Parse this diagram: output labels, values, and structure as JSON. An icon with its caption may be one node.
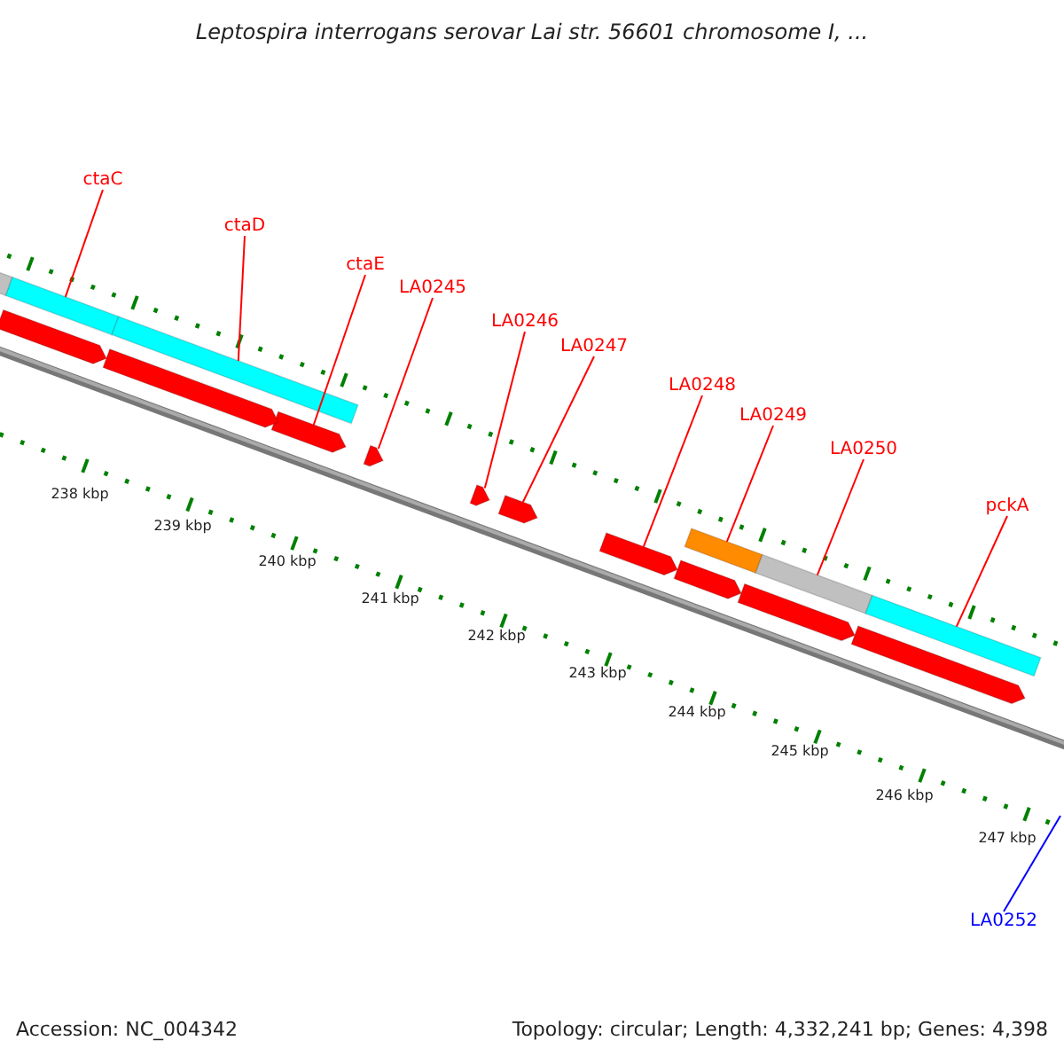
{
  "diagram": {
    "title": "Leptospira interrogans serovar Lai str. 56601 chromosome I, ...",
    "nodes": [
      {
        "text": [
          "ctaC"
        ]
      },
      {
        "text": [],
        "shape": "bar"
      },
      {
        "text": [
          "ctaD"
        ]
      },
      {
        "text": [],
        "shape": "bar"
      },
      {
        "text": [
          "ctaE"
        ]
      },
      {
        "text": [],
        "shape": "pentagon"
      },
      {
        "text": [
          "LA0245"
        ]
      },
      {
        "text": [],
        "shape": "pentagon"
      },
      {
        "text": [
          "LA0246"
        ]
      },
      {
        "text": [],
        "shape": "pentagon"
      },
      {
        "text": [
          "LA0247"
        ]
      },
      {
        "text": [],
        "shape": "pentagon"
      },
      {
        "text": [
          "LA0248"
        ]
      },
      {
        "text": [],
        "shape": "pentagon"
      },
      {
        "text": [
          "LA0249"
        ]
      },
      {
        "text": [],
        "shape": "bar"
      },
      {
        "text": [
          "LA0250"
        ]
      },
      {
        "text": [],
        "shape": "bar"
      },
      {
        "text": [
          "pckA"
        ]
      },
      {
        "text": [],
        "shape": "bar"
      },
      {
        "text": [
          "LA0252"
        ]
      },
      {
        "text": [],
        "shape": "bar"
      },
      {
        "text": [],
        "shape": "pentagon"
      },
      {
        "text": [],
        "shape": "pentagon"
      },
      {
        "text": [],
        "shape": "pentagon"
      },
      {
        "text": [],
        "shape": "pentagon"
      },
      {
        "text": [],
        "shape": "pentagon"
      }
    ],
    "edges": [
      {
        "from": 0,
        "to": 1,
        "arrow": "none"
      },
      {
        "from": 2,
        "to": 3,
        "arrow": "none"
      },
      {
        "from": 4,
        "to": 5,
        "arrow": "none"
      },
      {
        "from": 6,
        "to": 7,
        "arrow": "none"
      },
      {
        "from": 8,
        "to": 9,
        "arrow": "none"
      },
      {
        "from": 10,
        "to": 11,
        "arrow": "none"
      },
      {
        "from": 12,
        "to": 13,
        "arrow": "none"
      },
      {
        "from": 14,
        "to": 15,
        "arrow": "none"
      },
      {
        "from": 16,
        "to": 17,
        "arrow": "none"
      },
      {
        "from": 18,
        "to": 19,
        "arrow": "none"
      },
      {
        "from": 20,
        "to": null,
        "arrow": "none",
        "color": "#0000ff"
      }
    ],
    "labels": [
      "238 kbp",
      "239 kbp",
      "240 kbp",
      "241 kbp",
      "242 kbp",
      "243 kbp",
      "244 kbp",
      "245 kbp",
      "246 kbp",
      "247 kbp",
      "Accession: NC_004342",
      "Topology: circular; Length: 4,332,241 bp; Genes: 4,398"
    ]
  }
}
